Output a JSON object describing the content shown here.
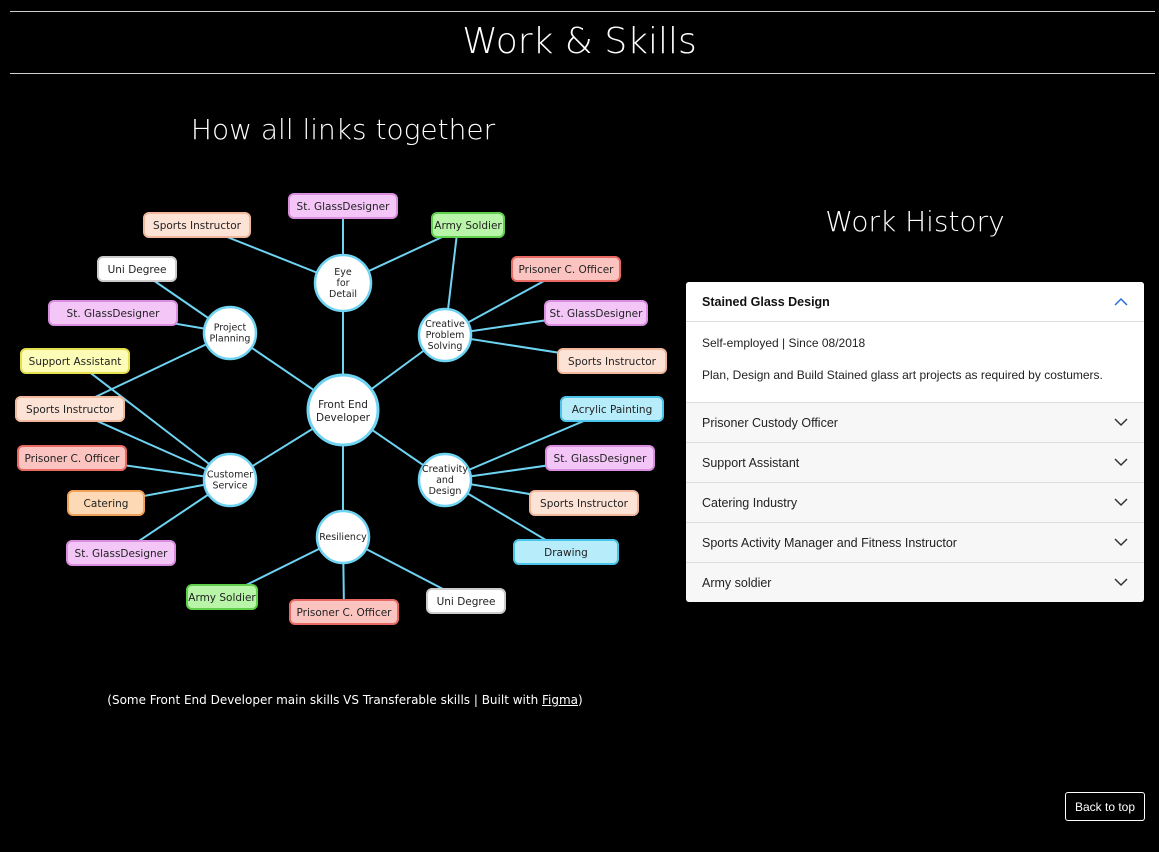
{
  "page": {
    "title": "Work & Skills"
  },
  "diagram": {
    "title": "How all links together",
    "caption": {
      "prefix": "(Some Front End Developer main skills VS Transferable skills | Built with ",
      "link": "Figma",
      "suffix": ")"
    },
    "center": "Front End Developer",
    "hubs": [
      {
        "id": "eye",
        "label": "Eye for Detail"
      },
      {
        "id": "creative",
        "label": "Creative Problem Solving"
      },
      {
        "id": "creativity",
        "label": "Creativity and Design"
      },
      {
        "id": "resiliency",
        "label": "Resiliency"
      },
      {
        "id": "customer",
        "label": "Customer Service"
      },
      {
        "id": "planning",
        "label": "Project Planning"
      }
    ],
    "leaves": [
      {
        "hub": "eye",
        "label": "St. GlassDesigner",
        "color": "#f3c6f7",
        "border": "#d98ee0"
      },
      {
        "hub": "eye",
        "label": "Army Soldier",
        "color": "#b8f5a8",
        "border": "#5fcf4c"
      },
      {
        "hub": "eye",
        "label": "Sports Instructor",
        "color": "#fde3d6",
        "border": "#f0b89d"
      },
      {
        "hub": "creative",
        "label": "Prisoner C. Officer",
        "color": "#fbc4c0",
        "border": "#e86a63"
      },
      {
        "hub": "creative",
        "label": "St. GlassDesigner",
        "color": "#f3c6f7",
        "border": "#d98ee0"
      },
      {
        "hub": "creative",
        "label": "Sports Instructor",
        "color": "#fde3d6",
        "border": "#f0b89d"
      },
      {
        "hub": "creative",
        "label": "Army Soldier",
        "color": "#b8f5a8",
        "border": "#5fcf4c"
      },
      {
        "hub": "planning",
        "label": "Uni Degree",
        "color": "#ffffff",
        "border": "#cccccc"
      },
      {
        "hub": "planning",
        "label": "St. GlassDesigner",
        "color": "#f3c6f7",
        "border": "#d98ee0"
      },
      {
        "hub": "planning",
        "label": "Sports Instructor",
        "color": "#fde3d6",
        "border": "#f0b89d"
      },
      {
        "hub": "creativity",
        "label": "Acrylic Painting",
        "color": "#b7ecfb",
        "border": "#4cc3ea"
      },
      {
        "hub": "creativity",
        "label": "St. GlassDesigner",
        "color": "#f3c6f7",
        "border": "#d98ee0"
      },
      {
        "hub": "creativity",
        "label": "Sports Instructor",
        "color": "#fde3d6",
        "border": "#f0b89d"
      },
      {
        "hub": "creativity",
        "label": "Drawing",
        "color": "#b7ecfb",
        "border": "#4cc3ea"
      },
      {
        "hub": "customer",
        "label": "Support Assistant",
        "color": "#fdfdb8",
        "border": "#e5e04e"
      },
      {
        "hub": "customer",
        "label": "Sports Instructor",
        "color": "#fde3d6",
        "border": "#f0b89d"
      },
      {
        "hub": "customer",
        "label": "Prisoner C. Officer",
        "color": "#fbc4c0",
        "border": "#e86a63"
      },
      {
        "hub": "customer",
        "label": "Catering",
        "color": "#fdd9b5",
        "border": "#f0a356"
      },
      {
        "hub": "customer",
        "label": "St. GlassDesigner",
        "color": "#f3c6f7",
        "border": "#d98ee0"
      },
      {
        "hub": "resiliency",
        "label": "Army Soldier",
        "color": "#b8f5a8",
        "border": "#5fcf4c"
      },
      {
        "hub": "resiliency",
        "label": "Prisoner C. Officer",
        "color": "#fbc4c0",
        "border": "#e86a63"
      },
      {
        "hub": "resiliency",
        "label": "Uni Degree",
        "color": "#ffffff",
        "border": "#cccccc"
      }
    ],
    "link_color": "#6fd3f2"
  },
  "work_history": {
    "title": "Work History",
    "items": [
      {
        "title": "Stained Glass Design",
        "open": true,
        "meta": "Self-employed | Since 08/2018",
        "description": "Plan, Design and Build Stained glass art projects as required by costumers."
      },
      {
        "title": "Prisoner Custody Officer",
        "open": false
      },
      {
        "title": "Support Assistant",
        "open": false
      },
      {
        "title": "Catering Industry",
        "open": false
      },
      {
        "title": "Sports Activity Manager and Fitness Instructor",
        "open": false
      },
      {
        "title": "Army soldier",
        "open": false
      }
    ]
  },
  "back_to_top": "Back to top"
}
